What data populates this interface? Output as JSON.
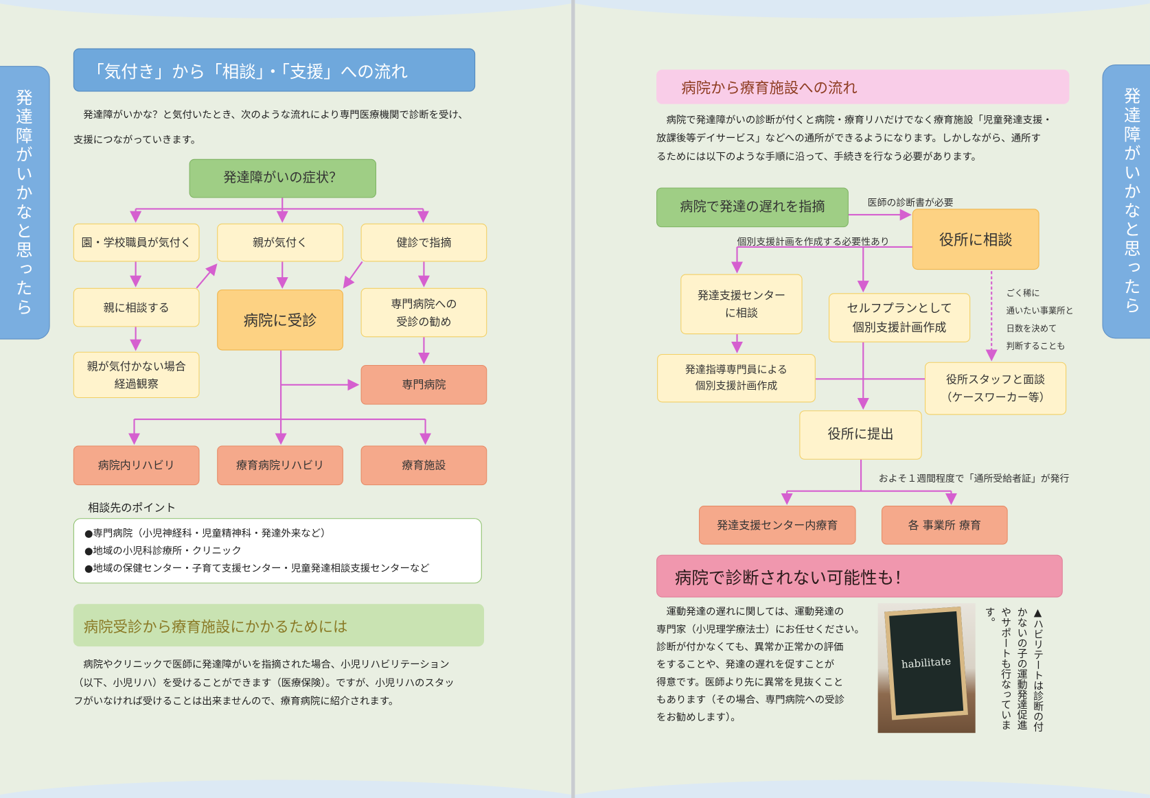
{
  "left": {
    "tab": "発達障がいかなと思ったら",
    "title": "「気付き」から「相談」・「支援」への流れ",
    "intro": [
      "　発達障がいかな？と気付いたとき、次のような流れにより専門医療機関で診断を受け、",
      "支援につながっていきます。"
    ],
    "flow": {
      "symptom": "発達障がいの症状？",
      "school": "園・学校職員が気付く",
      "parent_notice": "親が気付く",
      "checkup": "健診で指摘",
      "consult_parent": "親に相談する",
      "hospital_visit": "病院に受診",
      "recommend": [
        "専門病院への",
        "受診の勧め"
      ],
      "observe": [
        "親が気付かない場合",
        "経過観察"
      ],
      "specialist": "専門病院",
      "rehab_in": "病院内リハビリ",
      "rehab_ryoiku": "療育病院リハビリ",
      "facility": "療育施設"
    },
    "points_label": "相談先のポイント",
    "points": [
      "●専門病院（小児神経科・児童精神科・発達外来など）",
      "●地域の小児科診療所・クリニック",
      "●地域の保健センター・子育て支援センター・児童発達相談支援センターなど"
    ],
    "section2_title": "病院受診から療育施設にかかるためには",
    "section2_body": [
      "　病院やクリニックで医師に発達障がいを指摘された場合、小児リハビリテーション",
      "（以下、小児リハ）を受けることができます（医療保険）。ですが、小児リハのスタッ",
      "フがいなければ受けることは出来ませんので、療育病院に紹介されます。"
    ]
  },
  "right": {
    "tab": "発達障がいかなと思ったら",
    "title": "病院から療育施設への流れ",
    "intro": [
      "　病院で発達障がいの診断が付くと病院・療育リハだけでなく療育施設「児童発達支援・",
      "放課後等デイサービス」などへの通所ができるようになります。しかしながら、通所す",
      "るためには以下のような手順に沿って、手続きを行なう必要があります。"
    ],
    "flow": {
      "start": "病院で発達の遅れを指摘",
      "note_certificate": "医師の診断書が必要",
      "city_consult": "役所に相談",
      "note_plan": "個別支援計画を作成する必要性あり",
      "center_consult": [
        "発達支援センター",
        "に相談"
      ],
      "self_plan": [
        "セルフプランとして",
        "個別支援計画作成"
      ],
      "rare_note": [
        "ごく稀に",
        "通いたい事業所と",
        "日数を決めて",
        "判断することも"
      ],
      "specialist_plan": [
        "発達指導専門員による",
        "個別支援計画作成"
      ],
      "staff_interview": [
        "役所スタッフと面談",
        "（ケースワーカー等）"
      ],
      "submit": "役所に提出",
      "note_issue": "およそ１週間程度で「通所受給者証」が発行",
      "center_therapy": "発達支援センター内療育",
      "office_therapy": "各 事業所 療育"
    },
    "section2_title": "病院で診断されない可能性も！",
    "section2_body": [
      "　運動発達の遅れに関しては、運動発達の",
      "専門家（小児理学療法士）にお任せください。",
      "診断が付かなくても、異常か正常かの評価",
      "をすることや、発達の遅れを促すことが",
      "得意です。医師より先に異常を見抜くこと",
      "もあります（その場合、専門病院への受診",
      "をお勧めします）。"
    ],
    "photo_text": "habilitate",
    "caption": [
      "▲ハビリテートは診断の付",
      "かないの子の運動発達促進",
      "やサポートも行なっていま",
      "す。"
    ]
  },
  "colors": {
    "arrow": "#d55fcf",
    "tab": "#7aaee0",
    "title_blue": "#6fa8dc",
    "pink_header": "#f9cde8",
    "rose_header": "#f097ae",
    "green_header": "#c9e3b2"
  }
}
